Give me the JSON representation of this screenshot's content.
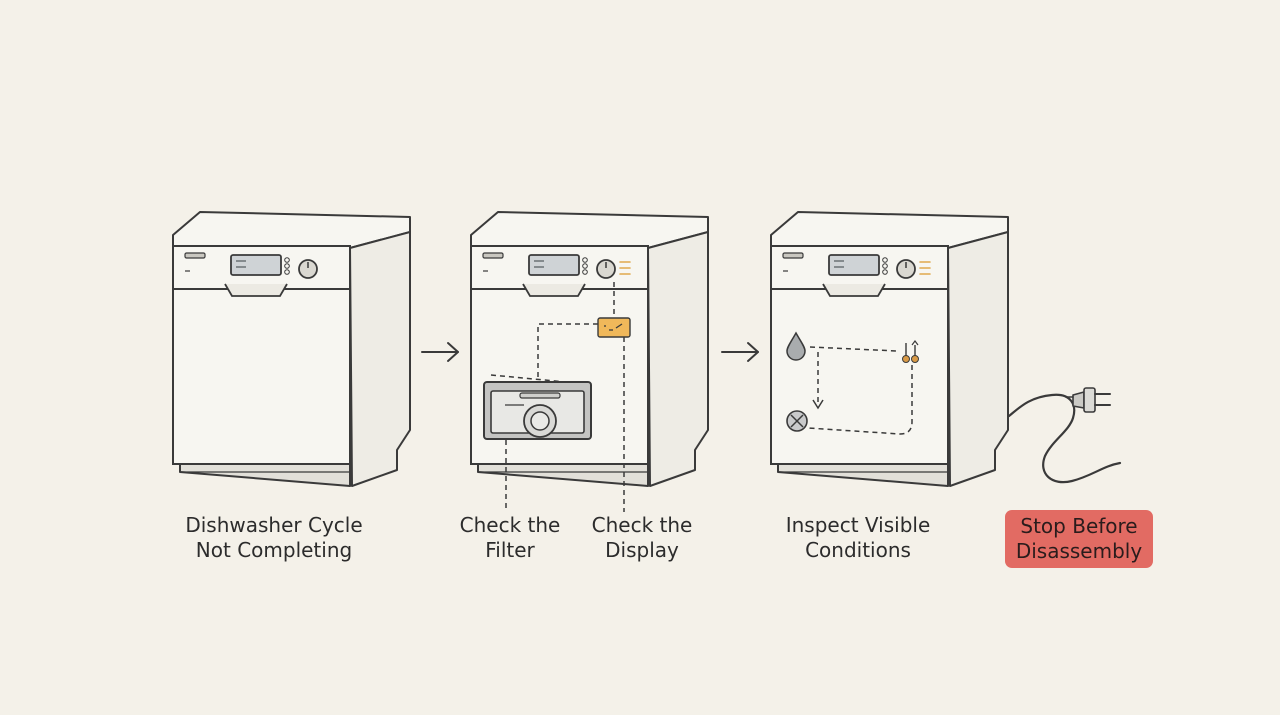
{
  "steps": [
    {
      "id": "problem",
      "line1": "Dishwasher Cycle",
      "line2": "Not Completing"
    },
    {
      "id": "filter",
      "line1": "Check the",
      "line2": "Filter"
    },
    {
      "id": "display",
      "line1": "Check the",
      "line2": "Display"
    },
    {
      "id": "inspect",
      "line1": "Inspect Visible",
      "line2": "Conditions"
    }
  ],
  "warning": {
    "line1": "Stop Before",
    "line2": "Disassembly"
  },
  "icons": {
    "arrow": "right-arrow-icon",
    "water": "water-drop-icon",
    "valve": "valve-icon",
    "tools": "tools-icon",
    "plug": "power-plug-icon",
    "error": "error-code-icon"
  },
  "colors": {
    "background": "#f4f1e9",
    "line": "#3a3a3a",
    "appliance": "#f7f6f1",
    "shade": "#e2e0d9",
    "highlight": "#f0b85a",
    "warning": "#e26b63",
    "text": "#2c2c2c"
  }
}
